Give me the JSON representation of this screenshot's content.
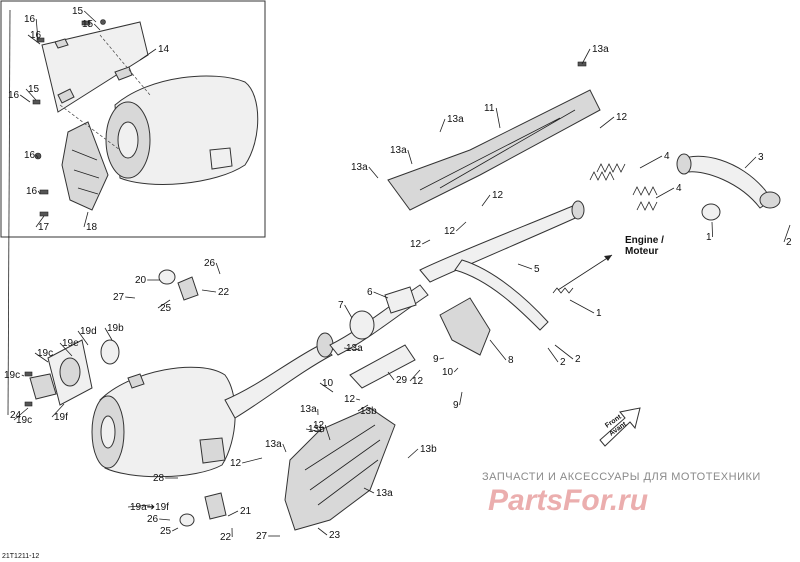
{
  "diagram_code": "21T1211-12",
  "direction_labels": {
    "engine_en": "Engine /",
    "engine_fr": "Moteur",
    "front_en": "Front",
    "front_fr": "Avant"
  },
  "watermark": {
    "tagline": "ЗАПЧАСТИ И АКСЕССУАРЫ ДЛЯ МОТОТЕХНИКИ",
    "logo": "PartsFor.ru"
  },
  "callouts": [
    "16",
    "15",
    "16",
    "15",
    "14",
    "16",
    "15",
    "16",
    "16",
    "17",
    "18",
    "13a",
    "13a",
    "11",
    "12",
    "13a",
    "13a",
    "12",
    "12",
    "12",
    "3",
    "4",
    "4",
    "2",
    "2",
    "1",
    "26",
    "20",
    "22",
    "27",
    "25",
    "5",
    "7",
    "6",
    "1",
    "19b",
    "19d",
    "19e",
    "19c",
    "19c",
    "19f",
    "19c",
    "13a",
    "29",
    "9",
    "12",
    "8",
    "2",
    "10",
    "9",
    "10",
    "12",
    "13a",
    "13b",
    "13b",
    "12",
    "13a",
    "13b",
    "12",
    "13a",
    "28",
    "19a➔19f",
    "26",
    "25",
    "21",
    "22",
    "27",
    "23",
    "24"
  ]
}
